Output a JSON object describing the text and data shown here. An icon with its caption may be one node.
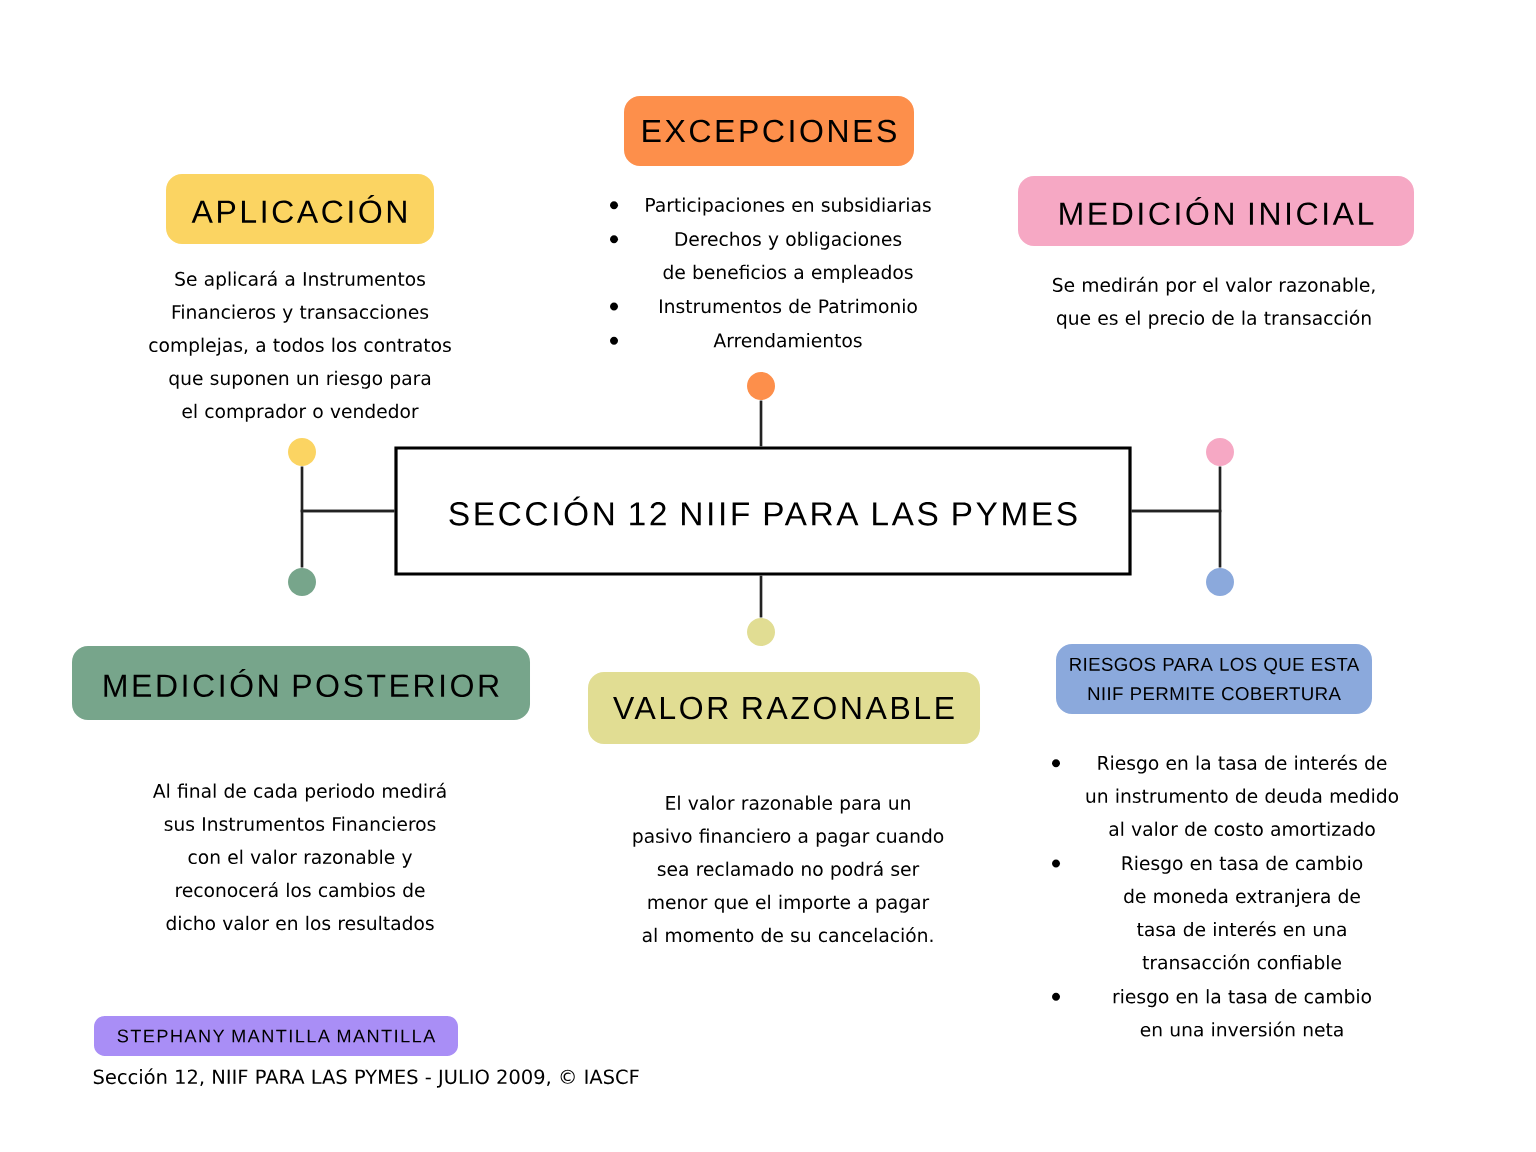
{
  "diagram": {
    "nodes": [
      {
        "text": [
          "APLICACIÓN"
        ],
        "beside": [
          "Se aplicará a Instrumentos Financieros y transacciones complejas, a todos los contratos que suponen un riesgo para el comprador o vendedor"
        ]
      },
      {
        "text": [
          "EXCEPCIONES"
        ],
        "beside": [
          "Participaciones en subsidiarias",
          "Derechos y obligaciones de beneficios a empleados",
          "Instrumentos de Patrimonio",
          "Arrendamientos"
        ]
      },
      {
        "text": [
          "MEDICIÓN INICIAL"
        ],
        "beside": [
          "Se medirán por el valor razonable, que es el precio de la transacción"
        ]
      },
      {
        "text": [],
        "shape": "circle"
      },
      {
        "text": [],
        "shape": "circle"
      },
      {
        "text": [],
        "shape": "circle"
      },
      {
        "text": [
          "SECCIÓN 12 NIIF PARA LAS PYMES"
        ]
      },
      {
        "text": [],
        "shape": "circle"
      },
      {
        "text": [],
        "shape": "circle"
      },
      {
        "text": [],
        "shape": "circle"
      },
      {
        "text": [
          "MEDICIÓN POSTERIOR"
        ],
        "beside": [
          "Al final de cada periodo medirá sus Instrumentos Financieros con el valor razonable y reconocerá los cambios de dicho valor en los resultados"
        ]
      },
      {
        "text": [
          "VALOR RAZONABLE"
        ],
        "beside": [
          "El valor razonable para un pasivo financiero a pagar cuando sea reclamado no podrá ser menor que el importe a pagar al momento de su cancelación."
        ]
      },
      {
        "text": [
          "RIESGOS PARA LOS QUE ESTA NIIF PERMITE COBERTURA"
        ],
        "beside": [
          "Riesgo en la tasa de interés de un instrumento de deuda medido al valor de costo amortizado",
          "Riesgo en tasa de cambio de moneda extranjera de tasa de interés en una transacción confiable",
          "riesgo en la tasa de cambio en una inversión neta"
        ]
      },
      {
        "text": [
          "STEPHANY MANTILLA MANTILLA"
        ]
      }
    ],
    "edges": [
      {
        "from": 6,
        "to": 3,
        "arrow": "none"
      },
      {
        "from": 6,
        "to": 4,
        "arrow": "none"
      },
      {
        "from": 6,
        "to": 7,
        "arrow": "none"
      },
      {
        "from": 6,
        "to": 5,
        "arrow": "none"
      },
      {
        "from": 6,
        "to": 8,
        "arrow": "none"
      },
      {
        "from": 6,
        "to": 9,
        "arrow": "none"
      }
    ],
    "labels": [
      "Sección 12, NIIF PARA LAS PYMES - JULIO 2009, © IASCF"
    ]
  }
}
